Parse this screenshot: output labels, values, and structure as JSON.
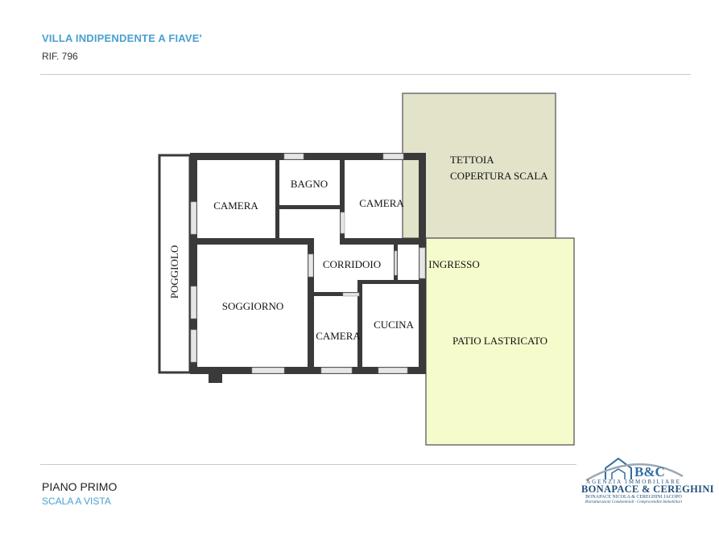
{
  "header": {
    "title": "VILLA INDIPENDENTE A FIAVE'",
    "ref": "RIF. 796"
  },
  "plan": {
    "rooms": {
      "camera_1": "CAMERA",
      "bagno": "BAGNO",
      "camera_2": "CAMERA",
      "corridoio": "CORRIDOIO",
      "soggiorno": "SOGGIORNO",
      "camera_3": "CAMERA",
      "cucina": "CUCINA",
      "poggiolo": "POGGIOLO",
      "ingresso": "INGRESSO",
      "tettoia_line1": "TETTOIA",
      "tettoia_line2": "COPERTURA SCALA",
      "patio": "PATIO LASTRICATO"
    },
    "colors": {
      "wall": "#3a3a3a",
      "window": "#e6e6e6",
      "tettoia_fill": "#e2e3c8",
      "patio_fill": "#f5fbcb"
    }
  },
  "footer": {
    "floor": "PIANO PRIMO",
    "scale": "SCALA A VISTA"
  },
  "logo": {
    "brand": "B&C",
    "line1": "AGENZIA IMMOBILIARE",
    "line2": "BONAPACE & CEREGHINI",
    "line3": "BONAPACE NICOLA & CEREGHINI JACOPO",
    "line4": "Ristrutturazioni Condominiali · Compravendite Immobiliari",
    "color": "#2f6ea0"
  }
}
